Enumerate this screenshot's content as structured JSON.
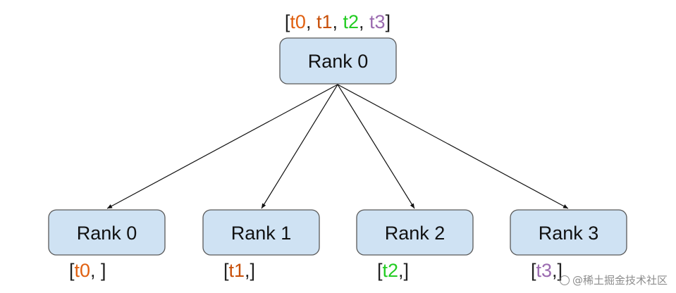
{
  "colors": {
    "bracket": "#222222",
    "comma": "#222222",
    "t0": "#e06010",
    "t1": "#c8500a",
    "t2": "#22cc22",
    "t3": "#9b6bb0",
    "node_fill": "#cfe2f3"
  },
  "root": {
    "label": "Rank 0",
    "tensors": [
      {
        "name": "t0",
        "color_key": "t0"
      },
      {
        "name": "t1",
        "color_key": "t1"
      },
      {
        "name": "t2",
        "color_key": "t2"
      },
      {
        "name": "t3",
        "color_key": "t3"
      }
    ],
    "tensor_text": {
      "open": "[",
      "close": "]",
      "separator": ", "
    }
  },
  "children": [
    {
      "label": "Rank 0",
      "tensor": "t0",
      "color_key": "t0",
      "suffix": ", ]"
    },
    {
      "label": "Rank 1",
      "tensor": "t1",
      "color_key": "t1",
      "suffix": ",]"
    },
    {
      "label": "Rank 2",
      "tensor": "t2",
      "color_key": "t2",
      "suffix": ",]"
    },
    {
      "label": "Rank 3",
      "tensor": "t3",
      "color_key": "t3",
      "suffix": ",]"
    }
  ],
  "watermark": {
    "text": "@稀土掘金技术社区",
    "icon": "circle-icon"
  }
}
